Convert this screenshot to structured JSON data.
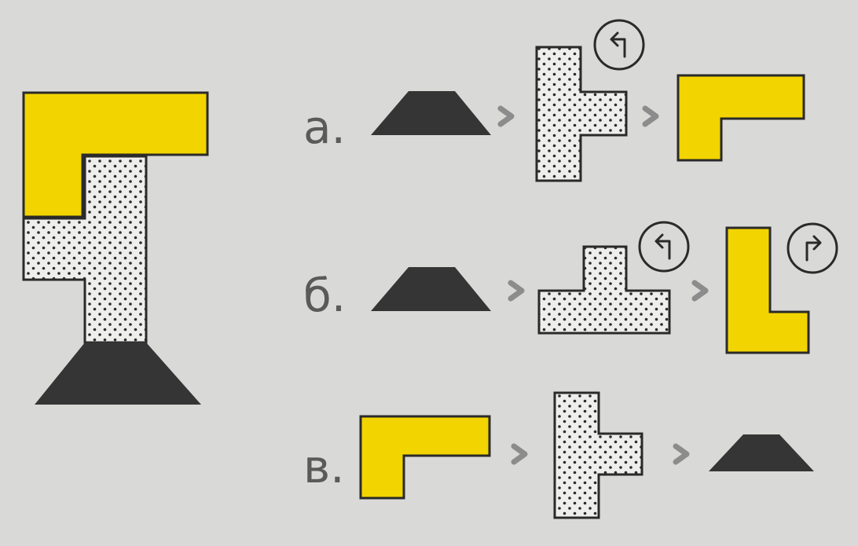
{
  "colors": {
    "background": "#d9d9d7",
    "yellow": "#f2d400",
    "dark": "#353535",
    "dots_bg": "#eeeeec",
    "arrow": "#8c8c8c",
    "outline": "#2a2a2a"
  },
  "target_figure": {
    "pieces": [
      "yellow-l-piece",
      "dotted-t-piece",
      "dark-trapezoid-piece"
    ]
  },
  "options": [
    {
      "label": "а.",
      "sequence": [
        {
          "piece": "dark-trapezoid",
          "rotate_icon": null
        },
        {
          "piece": "dotted-t",
          "rotate_icon": "rotate-left-icon"
        },
        {
          "piece": "yellow-l",
          "rotate_icon": null
        }
      ]
    },
    {
      "label": "б.",
      "sequence": [
        {
          "piece": "dark-trapezoid",
          "rotate_icon": null
        },
        {
          "piece": "dotted-t",
          "rotate_icon": "rotate-left-icon"
        },
        {
          "piece": "yellow-l",
          "rotate_icon": "rotate-right-icon"
        }
      ]
    },
    {
      "label": "в.",
      "sequence": [
        {
          "piece": "yellow-l",
          "rotate_icon": null
        },
        {
          "piece": "dotted-t",
          "rotate_icon": null
        },
        {
          "piece": "dark-trapezoid",
          "rotate_icon": null
        }
      ]
    }
  ],
  "arrow_glyph": "chevron-right-icon"
}
